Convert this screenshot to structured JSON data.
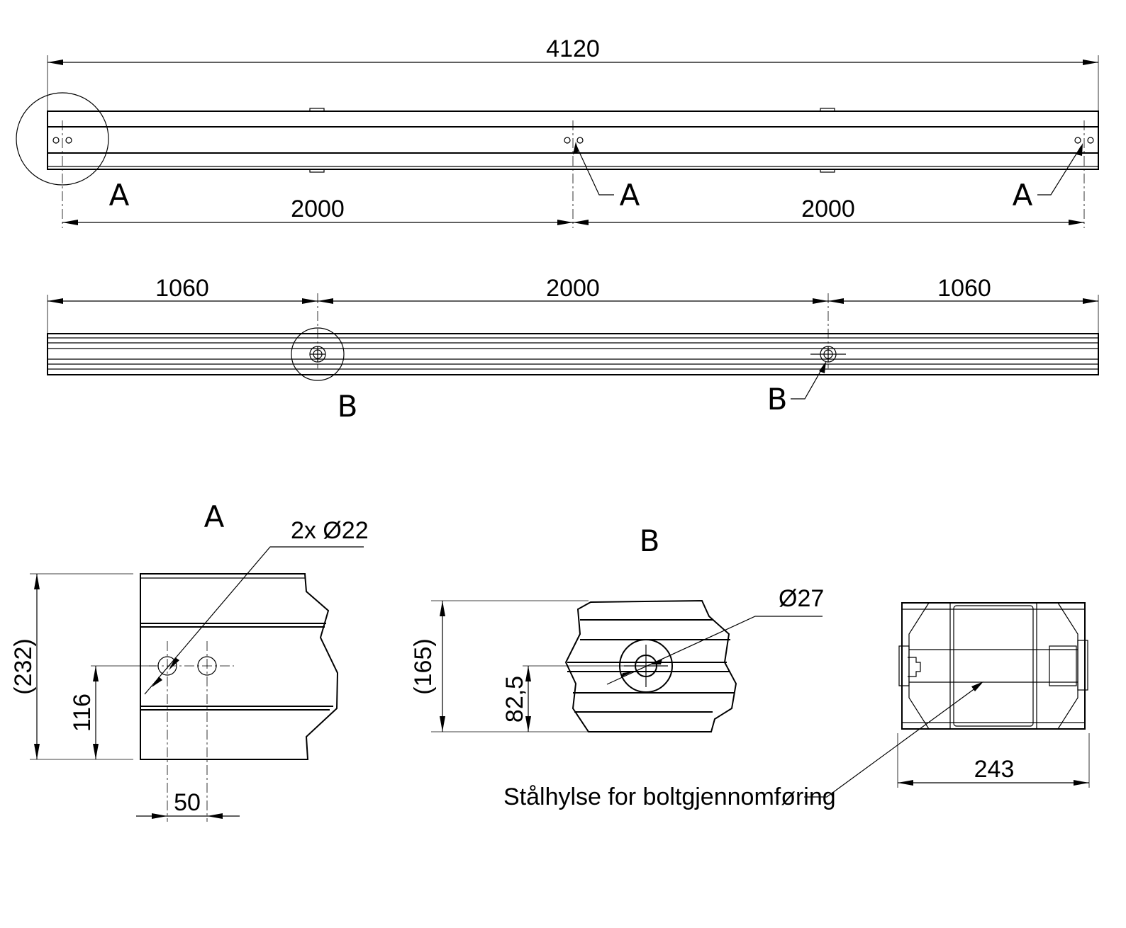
{
  "dimensions": {
    "overall_length": "4120",
    "top_spacing_left": "2000",
    "top_spacing_right": "2000",
    "side_end_left": "1060",
    "side_middle": "2000",
    "side_end_right": "1060",
    "detail_a_height": "(232)",
    "detail_a_hole_height": "116",
    "detail_a_hole_spacing": "50",
    "detail_a_holes": "2x Ø22",
    "detail_b_height": "(165)",
    "detail_b_hole_height": "82,5",
    "detail_b_hole": "Ø27",
    "end_width": "243"
  },
  "labels": {
    "detail_a": "A",
    "detail_b": "B",
    "callout_a_left": "A",
    "callout_a_mid": "A",
    "callout_a_right": "A",
    "callout_b_left": "B",
    "callout_b_right": "B"
  },
  "notes": {
    "steel_sleeve": "Stålhylse for boltgjennomføring"
  }
}
